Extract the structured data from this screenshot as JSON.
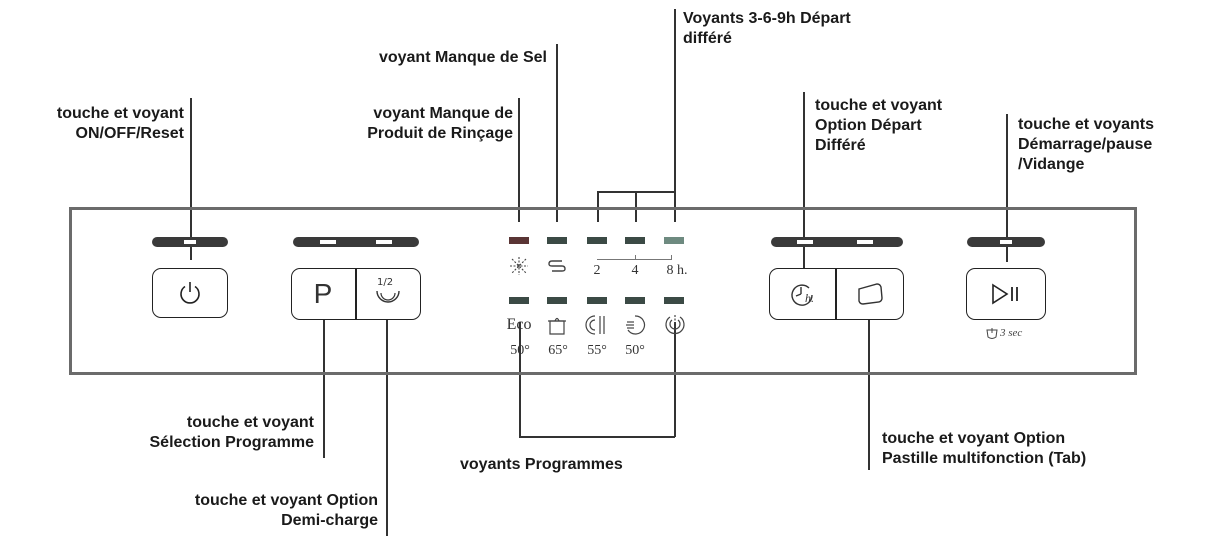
{
  "labels": {
    "onoff": [
      "touche et voyant",
      "ON/OFF/Reset"
    ],
    "sel": "voyant Manque de Sel",
    "rincage": [
      "voyant Manque de",
      "Produit de Rinçage"
    ],
    "depart_voyants": [
      "Voyants 3-6-9h Départ",
      "différé"
    ],
    "depart_touche": [
      "touche et voyant",
      "Option Départ",
      "Différé"
    ],
    "demarrage": [
      "touche et voyants",
      "Démarrage/pause",
      "/Vidange"
    ],
    "selection_programme": [
      "touche et voyant",
      "Sélection Programme"
    ],
    "demi_charge": [
      "touche et voyant Option",
      "Demi-charge"
    ],
    "programmes": "voyants Programmes",
    "tab": [
      "touche et voyant Option",
      "Pastille multifonction (Tab)"
    ]
  },
  "panel": {
    "btn_program": "P",
    "btn_half": "1/2",
    "btn_delay": "h.",
    "hours": [
      "2",
      "4",
      "8 h."
    ],
    "programs": [
      {
        "symbol": "Eco",
        "temp": "50°"
      },
      {
        "symbol": "pot",
        "temp": "65°"
      },
      {
        "symbol": "plate-cutlery",
        "temp": "55°"
      },
      {
        "symbol": "rapid",
        "temp": "50°"
      },
      {
        "symbol": "soak",
        "temp": ""
      }
    ],
    "drain_hint": "3 sec"
  },
  "colors": {
    "led_salt": "#5a3535",
    "led_default": "#3b4a45",
    "led_8h": "#6e8a80",
    "frame": "#6b6b6b"
  }
}
